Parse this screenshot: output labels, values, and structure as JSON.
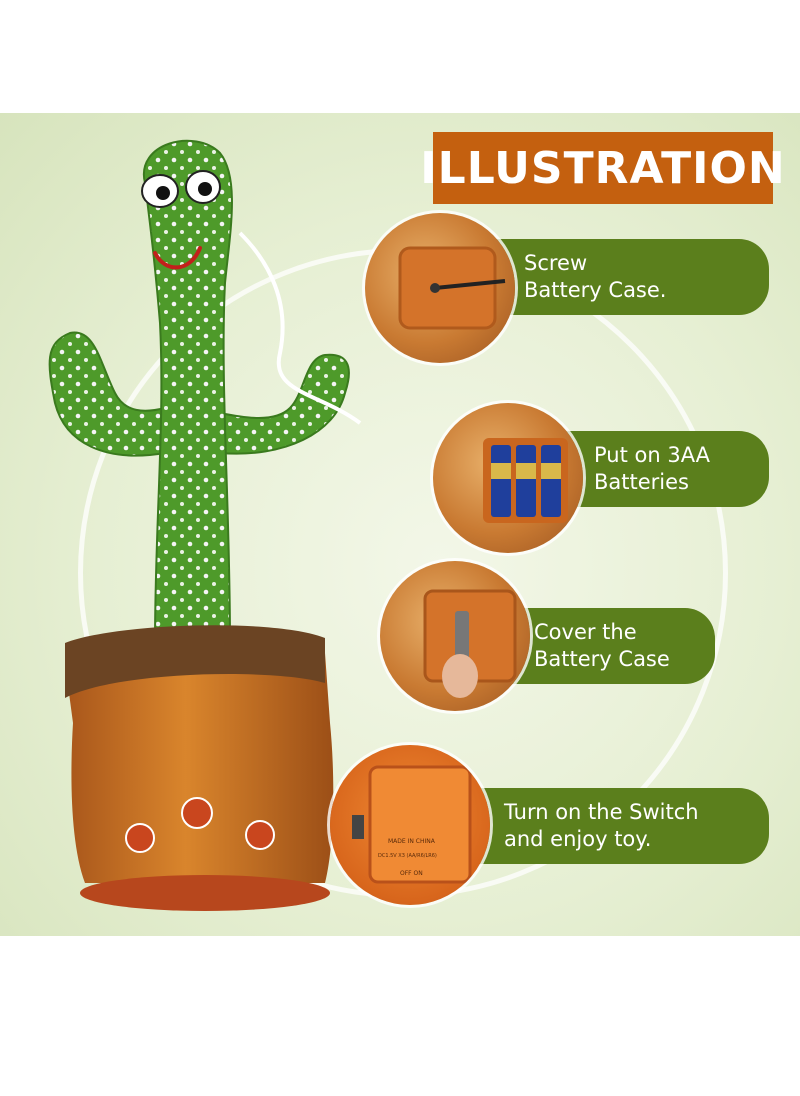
{
  "title": "ILLUSTRATION",
  "steps": [
    {
      "line1": "Screw",
      "line2": "Battery Case.",
      "icon": "screwdriver-icon"
    },
    {
      "line1": "Put on 3AA",
      "line2": "Batteries",
      "icon": "battery-icon"
    },
    {
      "line1": "Cover the",
      "line2": "Battery Case",
      "icon": "cover-icon"
    },
    {
      "line1": "Turn on the Switch",
      "line2": "and enjoy toy.",
      "icon": "switch-icon"
    }
  ],
  "case_labels": {
    "made_in": "MADE IN CHINA",
    "spec": "DC1.5V X3 (AA/R6/LR6)",
    "switch": "OFF ON"
  },
  "colors": {
    "title_bg": "#c4600f",
    "pill_bg": "#5b7f1c",
    "cactus": "#4e9a2a",
    "pot": "#c8731f",
    "background": "#e6efd3"
  }
}
